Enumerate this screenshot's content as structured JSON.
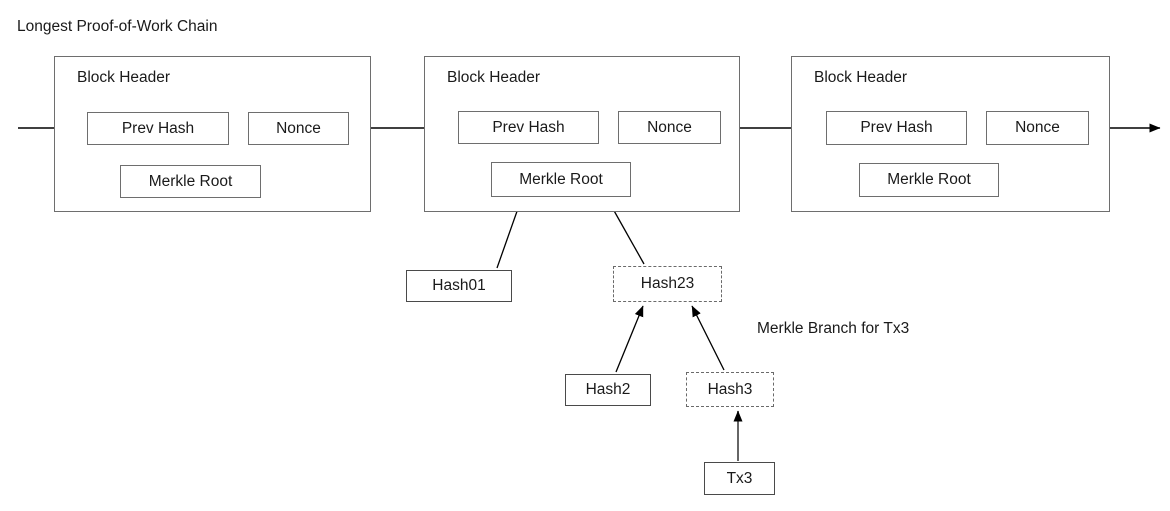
{
  "diagram": {
    "title": "Longest Proof-of-Work Chain",
    "caption": "Merkle Branch for Tx3",
    "stroke_color": "#000000",
    "box_border_color": "#6e6e6e",
    "dashed_border_color": "#6a6a6a",
    "background": "#ffffff"
  },
  "blocks": [
    {
      "header_label": "Block Header",
      "prev_hash_label": "Prev Hash",
      "nonce_label": "Nonce",
      "merkle_root_label": "Merkle Root"
    },
    {
      "header_label": "Block Header",
      "prev_hash_label": "Prev Hash",
      "nonce_label": "Nonce",
      "merkle_root_label": "Merkle Root"
    },
    {
      "header_label": "Block Header",
      "prev_hash_label": "Prev Hash",
      "nonce_label": "Nonce",
      "merkle_root_label": "Merkle Root"
    }
  ],
  "merkle_nodes": [
    {
      "label": "Hash01",
      "style": "solid"
    },
    {
      "label": "Hash23",
      "style": "dashed"
    },
    {
      "label": "Hash2",
      "style": "solid"
    },
    {
      "label": "Hash3",
      "style": "dashed"
    },
    {
      "label": "Tx3",
      "style": "solid"
    }
  ]
}
